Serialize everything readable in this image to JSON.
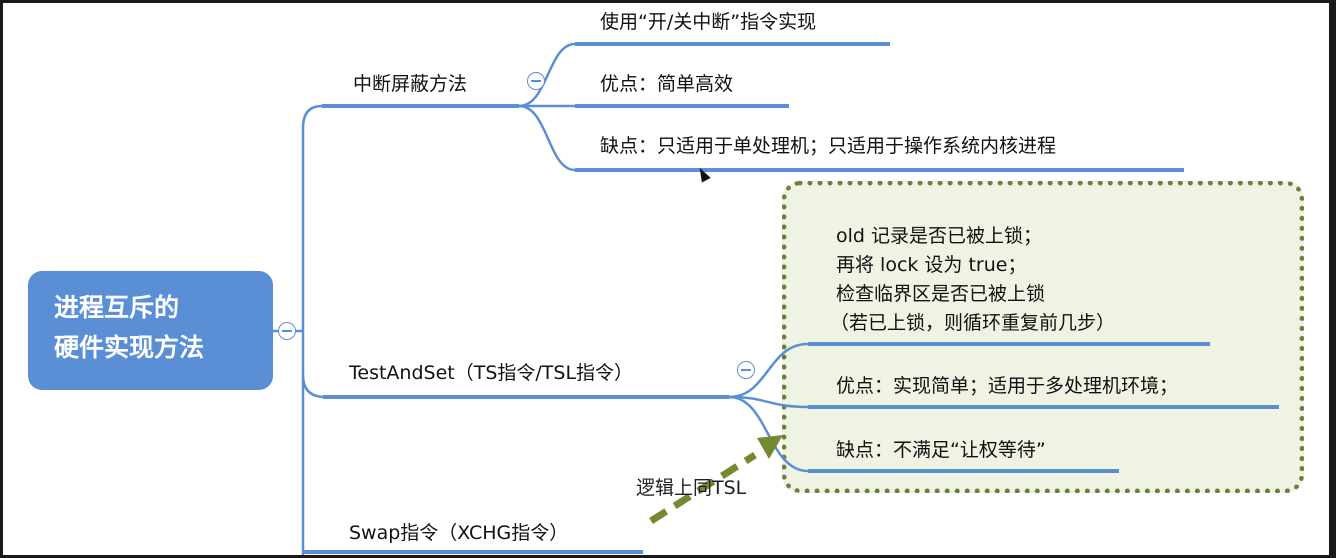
{
  "root": {
    "line1": "进程互斥的",
    "line2": "硬件实现方法"
  },
  "branches": [
    {
      "label": "中断屏蔽方法",
      "children": [
        "使用“开/关中断”指令实现",
        "优点：简单高效",
        "缺点：只适用于单处理机；只适用于操作系统内核进程"
      ]
    },
    {
      "label": "TestAndSet（TS指令/TSL指令）",
      "note": [
        "old 记录是否已被上锁；",
        "再将 lock 设为 true；",
        "检查临界区是否已被上锁",
        "（若已上锁，则循环重复前几步）"
      ],
      "children": [
        "优点：实现简单；适用于多处理机环境；",
        "缺点：不满足“让权等待”"
      ]
    },
    {
      "label": "Swap指令（XCHG指令）"
    }
  ],
  "annotation": {
    "arrow_text": "逻辑上同TSL"
  },
  "colors": {
    "branch_blue": "#5a8fd6",
    "callout_border": "#6d7f3c",
    "callout_fill": "#eff3e4",
    "arrow_green": "#75892f"
  },
  "icons": {
    "collapse": "minus-circle-icon",
    "cursor": "mouse-cursor-icon"
  }
}
